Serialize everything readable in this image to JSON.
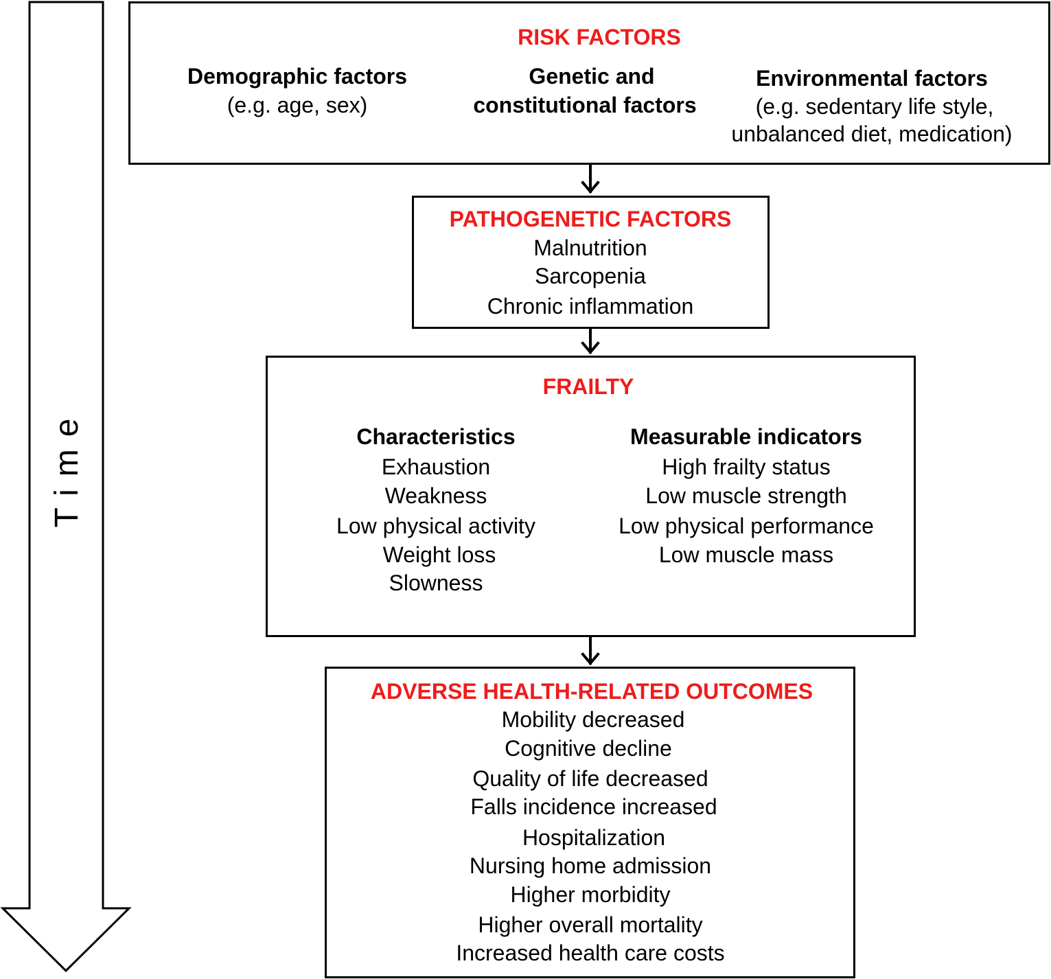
{
  "time_label": "Time",
  "risk": {
    "title": "RISK FACTORS",
    "demographic": {
      "heading": "Demographic factors",
      "example": "(e.g. age, sex)"
    },
    "genetic": {
      "line1": "Genetic and",
      "line2": "constitutional factors"
    },
    "environmental": {
      "heading": "Environmental factors",
      "example1": "(e.g. sedentary life style,",
      "example2": "unbalanced diet, medication)"
    }
  },
  "pathogenetic": {
    "title": "PATHOGENETIC FACTORS",
    "items": [
      "Malnutrition",
      "Sarcopenia",
      "Chronic inflammation"
    ]
  },
  "frailty": {
    "title": "FRAILTY",
    "characteristics": {
      "heading": "Characteristics",
      "items": [
        "Exhaustion",
        "Weakness",
        "Low physical activity",
        "Weight loss",
        "Slowness"
      ]
    },
    "indicators": {
      "heading": "Measurable indicators",
      "items": [
        "High frailty status",
        "Low muscle strength",
        "Low physical performance",
        "Low muscle mass"
      ]
    }
  },
  "outcomes": {
    "title": "ADVERSE HEALTH-RELATED OUTCOMES",
    "items": [
      "Mobility decreased",
      "Cognitive decline",
      "Quality of life decreased",
      "Falls incidence increased",
      "Hospitalization",
      "Nursing home admission",
      "Higher morbidity",
      "Higher overall mortality",
      "Increased health care costs"
    ]
  },
  "colors": {
    "title_red": "#ee1c1c",
    "line": "#000000",
    "background": "#ffffff"
  }
}
